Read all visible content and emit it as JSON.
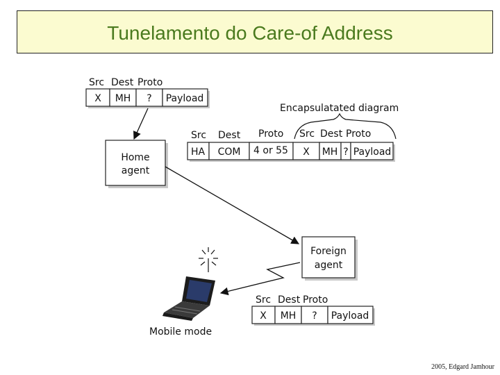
{
  "title": "Tunelamento do Care-of Address",
  "footer": "2005, Edgard Jamhour",
  "diagram": {
    "packet_top": {
      "headers": [
        "Src",
        "Dest",
        "Proto"
      ],
      "cells": [
        "X",
        "MH",
        "?",
        "Payload"
      ]
    },
    "encapsulated_label": "Encapsulatated diagram",
    "packet_tunnel": {
      "outer_headers": [
        "Src",
        "Dest",
        "Proto"
      ],
      "inner_headers": [
        "Src",
        "Dest",
        "Proto"
      ],
      "cells": [
        "HA",
        "COM",
        "4 or 55",
        "X",
        "MH",
        "?",
        "Payload"
      ]
    },
    "home_agent": [
      "Home",
      "agent"
    ],
    "foreign_agent": [
      "Foreign",
      "agent"
    ],
    "packet_bottom": {
      "headers": [
        "Src",
        "Dest",
        "Proto"
      ],
      "cells": [
        "X",
        "MH",
        "?",
        "Payload"
      ]
    },
    "mobile_label": "Mobile mode"
  }
}
